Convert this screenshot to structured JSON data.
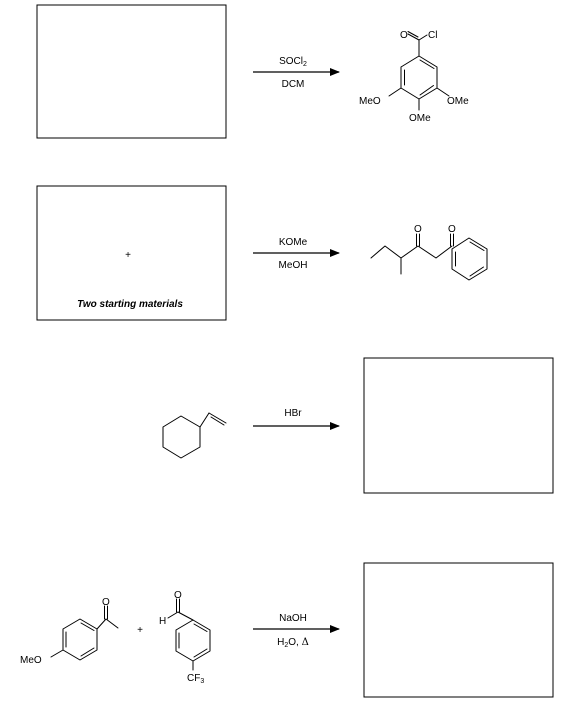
{
  "reactions": [
    {
      "reagent_top": "SOCl",
      "reagent_top_sub": "2",
      "reagent_bottom": "DCM",
      "product_atoms": {
        "o": "O",
        "cl": "Cl",
        "ome_left": "MeO",
        "ome_right": "OMe",
        "ome_bottom": "OMe"
      }
    },
    {
      "box_plus": "+",
      "box_caption": "Two starting materials",
      "reagent_top": "KOMe",
      "reagent_bottom": "MeOH",
      "product_atoms": {
        "o1": "O",
        "o2": "O"
      }
    },
    {
      "reagent_top": "HBr"
    },
    {
      "reactant1_atoms": {
        "o": "O",
        "ome": "MeO"
      },
      "plus": "+",
      "reactant2_atoms": {
        "o": "O",
        "h": "H",
        "cf": "CF",
        "cf_sub": "3"
      },
      "reagent_top": "NaOH",
      "reagent_bottom_h": "H",
      "reagent_bottom_sub": "2",
      "reagent_bottom_rest": "O, ",
      "reagent_bottom_delta": "Δ"
    }
  ]
}
